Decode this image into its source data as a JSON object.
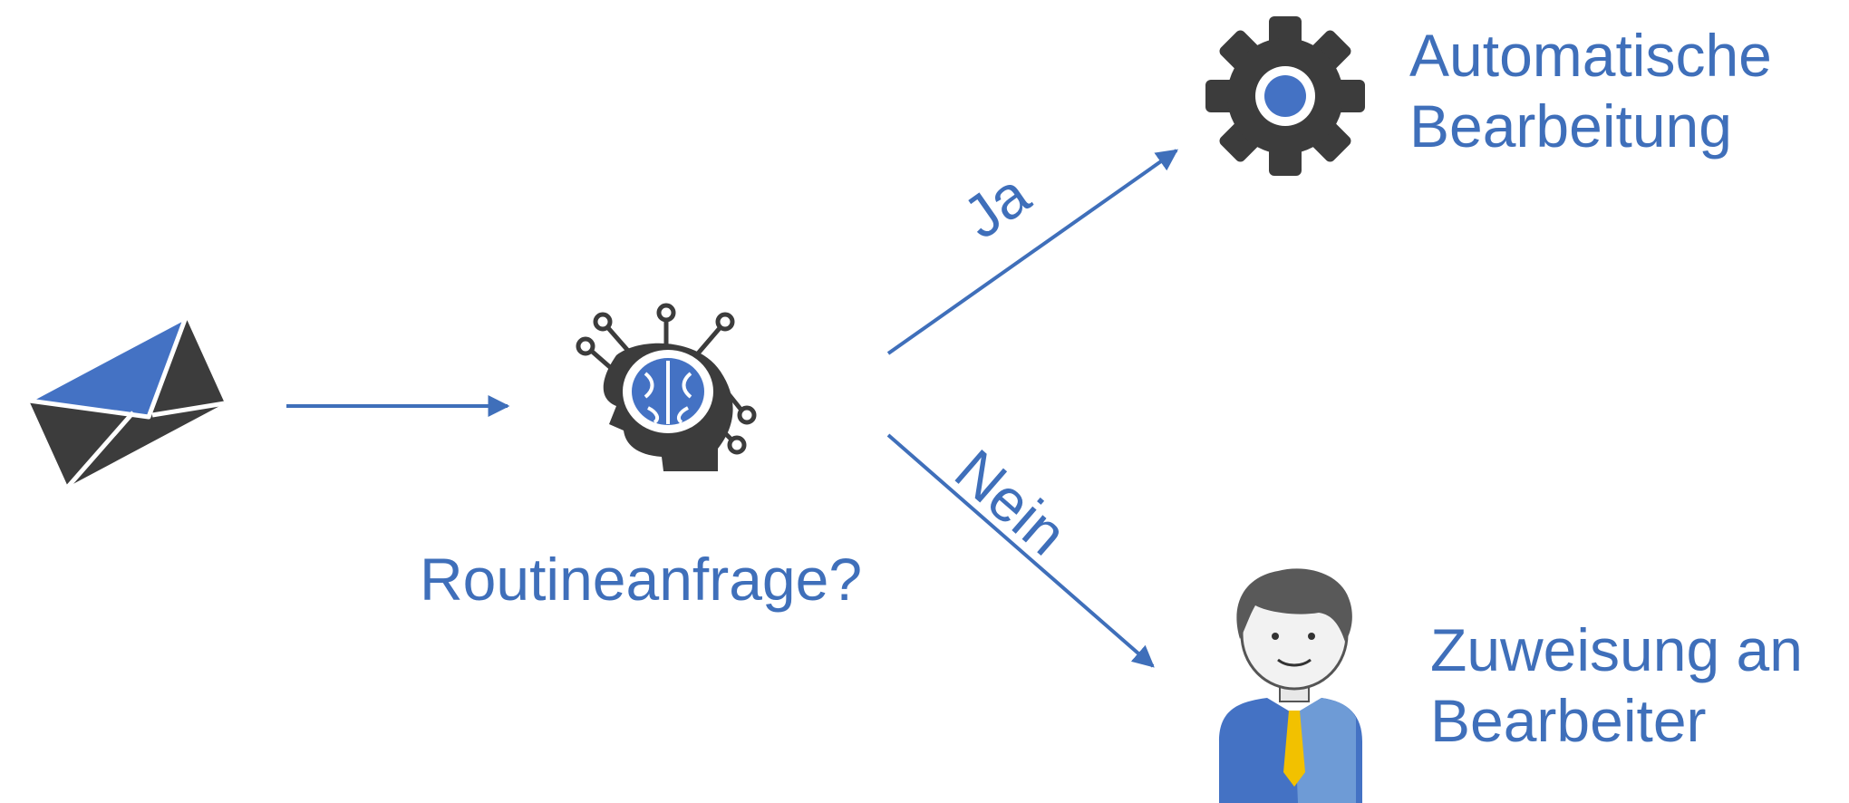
{
  "nodes": {
    "email": {
      "icon": "email-envelope-icon"
    },
    "classifier": {
      "icon": "ai-brain-head-icon",
      "label": "Routineanfrage?"
    },
    "automatic": {
      "icon": "gear-icon",
      "label_line1": "Automatische",
      "label_line2": "Bearbeitung"
    },
    "assign": {
      "icon": "person-icon",
      "label_line1": "Zuweisung an",
      "label_line2": "Bearbeiter"
    }
  },
  "edges": {
    "yes": {
      "label": "Ja"
    },
    "no": {
      "label": "Nein"
    }
  },
  "colors": {
    "accent": "#3f6fba",
    "icon_dark": "#3c3c3c",
    "tie": "#f2c100"
  }
}
